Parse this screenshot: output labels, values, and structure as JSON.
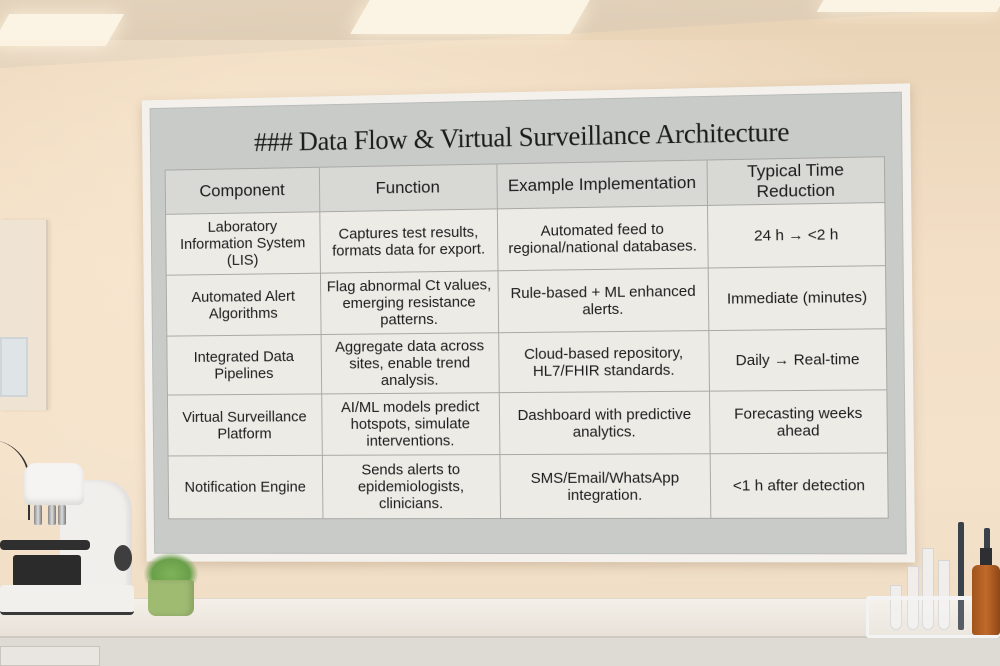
{
  "poster": {
    "title": "### Data Flow & Virtual Surveillance Architecture",
    "table": {
      "headers": [
        "Component",
        "Function",
        "Example Implementation",
        "Typical Time Reduction"
      ],
      "rows": [
        {
          "component": "Laboratory Information System (LIS)",
          "function": "Captures test results, formats data for export.",
          "example": "Automated feed to regional/national databases.",
          "time_reduction": "24 h → <2 h"
        },
        {
          "component": "Automated Alert Algorithms",
          "function": "Flag abnormal Ct values, emerging resistance patterns.",
          "example": "Rule-based + ML enhanced alerts.",
          "time_reduction": "Immediate (minutes)"
        },
        {
          "component": "Integrated Data Pipelines",
          "function": "Aggregate data across sites, enable trend analysis.",
          "example": "Cloud-based repository, HL7/FHIR standards.",
          "time_reduction": "Daily → Real-time"
        },
        {
          "component": "Virtual Surveillance Platform",
          "function": "AI/ML models predict hotspots, simulate interventions.",
          "example": "Dashboard with predictive analytics.",
          "time_reduction": "Forecasting weeks ahead"
        },
        {
          "component": "Notification Engine",
          "function": "Sends alerts to epidemiologists, clinicians.",
          "example": "SMS/Email/WhatsApp integration.",
          "time_reduction": "<1 h after detection"
        }
      ]
    }
  },
  "scene": {
    "objects": [
      "ceiling-lights",
      "wall-cabinet",
      "microscope",
      "succulent-plant",
      "test-tube-rack",
      "pipettes",
      "amber-bottle"
    ],
    "colors": {
      "wall": "#f3dfc6",
      "mat": "#c9cbc9",
      "frame": "#f4f1ec",
      "table_cell": "#ecebe6",
      "table_header": "#d8d8d4",
      "grid_line": "#a9a9a6",
      "text": "#1b1b1b"
    }
  }
}
